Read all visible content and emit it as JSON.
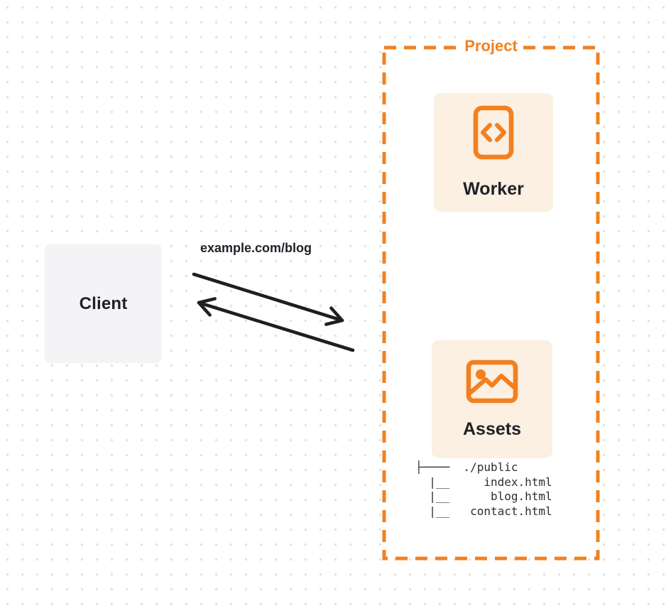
{
  "client": {
    "label": "Client"
  },
  "request": {
    "label": "example.com/blog"
  },
  "project": {
    "label": "Project",
    "worker": {
      "label": "Worker",
      "icon": "code-file-icon"
    },
    "assets": {
      "label": "Assets",
      "icon": "image-icon",
      "file_tree": "├────  ./public\n  |__     index.html\n  |__      blog.html\n  |__   contact.html"
    }
  },
  "colors": {
    "accent": "#F28020",
    "card-bg": "#FBF0E1",
    "client-bg": "#F4F4F6",
    "arrow": "#1F1F22",
    "text-dark": "#1E2127",
    "tree-text": "#2B2E34",
    "dot": "#E3E3E6",
    "panel-bg": "#FFFFFF"
  }
}
